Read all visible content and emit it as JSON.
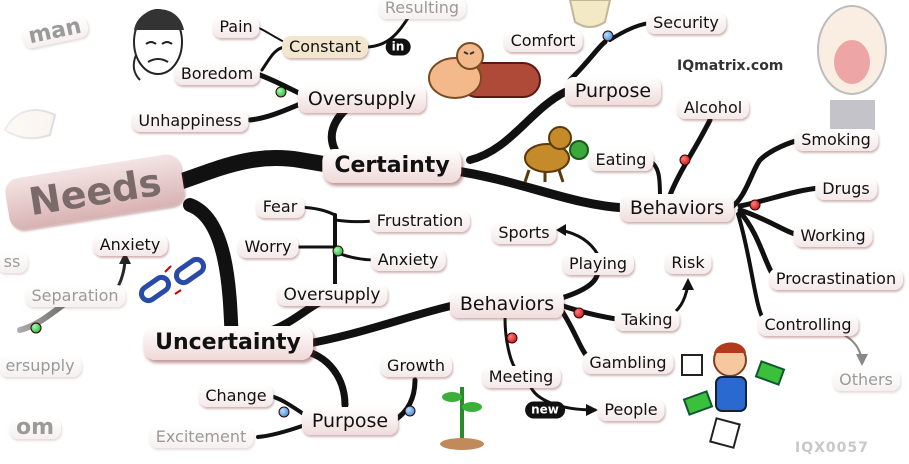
{
  "watermark": "IQmatrix.com",
  "footer_code": "IQX0057",
  "nodes": {
    "needs": "Needs",
    "certainty": "Certainty",
    "uncertainty": "Uncertainty",
    "purpose_top": "Purpose",
    "purpose_bottom": "Purpose",
    "behaviors_right": "Behaviors",
    "behaviors_mid": "Behaviors",
    "oversupply_top": "Oversupply",
    "oversupply_mid": "Oversupply",
    "oversupply_left": "ersupply",
    "boredom": "Boredom",
    "unhappiness": "Unhappiness",
    "pain": "Pain",
    "constant": "Constant",
    "in": "in",
    "resulting": "Resulting",
    "comfort": "Comfort",
    "security": "Security",
    "alcohol": "Alcohol",
    "eating": "Eating",
    "smoking": "Smoking",
    "drugs": "Drugs",
    "working": "Working",
    "procrastination": "Procrastination",
    "controlling": "Controlling",
    "others": "Others",
    "fear": "Fear",
    "frustration": "Frustration",
    "worry": "Worry",
    "anxiety_mid": "Anxiety",
    "anxiety_left": "Anxiety",
    "separation": "Separation",
    "ss": "ss",
    "sports": "Sports",
    "playing": "Playing",
    "risk": "Risk",
    "taking": "Taking",
    "gambling": "Gambling",
    "meeting": "Meeting",
    "new": "new",
    "people": "People",
    "growth": "Growth",
    "change": "Change",
    "excitement": "Excitement",
    "man": "man",
    "om": "om"
  },
  "colors": {
    "branch": "#111111",
    "node_fill_top": "#ffffff",
    "node_fill_bottom": "#f0d8d8",
    "needs_fill": "#d8b2b2",
    "faded_text": "#9a9a9a",
    "dot_red": "#c00000",
    "dot_green": "#17a02a",
    "dot_blue": "#2a78c8"
  },
  "illustrations": [
    "sad-face-icon",
    "cat-on-sausage-icon",
    "dog-eating-icon",
    "broken-chain-icon",
    "boy-with-dice-and-money-icon",
    "sprout-icon",
    "shouting-man-icon",
    "hand-icon",
    "badge-icon"
  ]
}
